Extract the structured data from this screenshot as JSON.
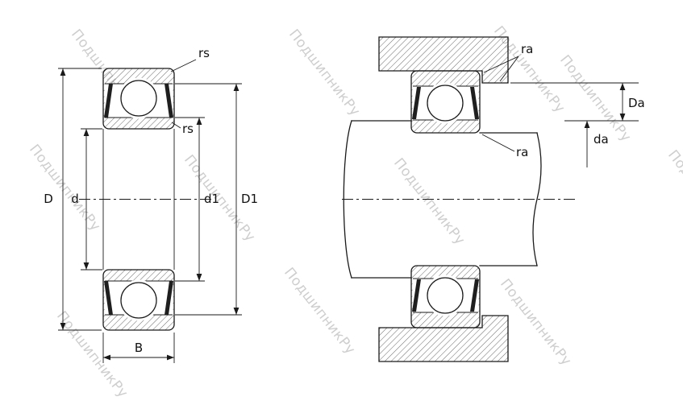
{
  "watermark": {
    "text": "ПодшипникРу",
    "color": "#c6c6c6"
  },
  "left_view": {
    "description": "deep-groove ball bearing cross-section with shields",
    "labels": {
      "rs_top": "rs",
      "rs_inner": "rs",
      "D": "D",
      "d": "d",
      "d1": "d1",
      "D1": "D1",
      "B": "B"
    }
  },
  "right_view": {
    "description": "bearing mounted on shaft in housing, abutment dimensions",
    "labels": {
      "ra_top": "ra",
      "ra_inner": "ra",
      "Da": "Da",
      "da": "da"
    }
  },
  "colors": {
    "line": "#1a1a1a",
    "watermark": "#c6c6c6",
    "background": "#ffffff"
  }
}
